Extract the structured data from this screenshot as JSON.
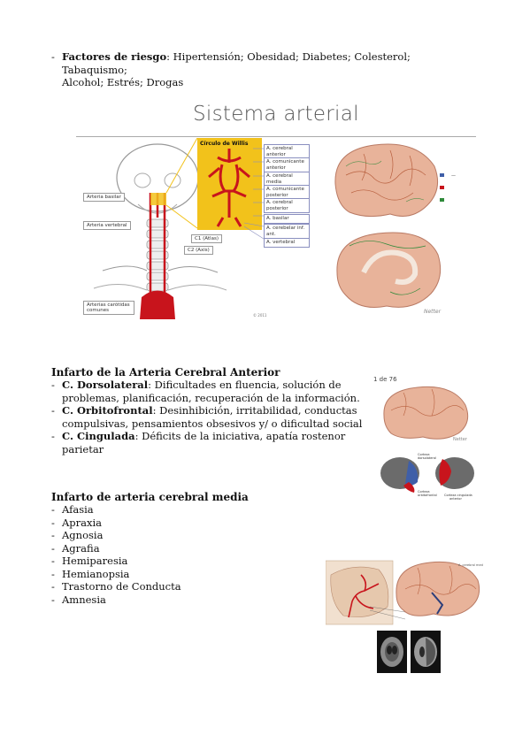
{
  "risk": {
    "label": "Factores de riesgo",
    "colon": ": ",
    "text1": "Hipertensión; Obesidad; Diabetes; Colesterol; Tabaquismo;",
    "text2": "Alcohol; Estrés; Drogas"
  },
  "slide": {
    "title": "Sistema arterial",
    "willis_title": "Círculo de Willis",
    "willis_labels": [
      "A. cerebral anterior",
      "A. comunicante anterior",
      "A. cerebral media",
      "A. comunicante posterior",
      "A. cerebral posterior",
      "A. basilar",
      "A. cerebelar inf. ant.",
      "A. vertebral"
    ],
    "left_labels": [
      "Arteria basilar",
      "Arteria vertebral",
      "Arterias carótidas comunes"
    ],
    "c1": "C1 (Atlas)",
    "c2": "C2 (Axis)"
  },
  "aca": {
    "title": "Infarto de la Arteria Cerebral Anterior",
    "items": [
      {
        "label": "C. Dorsolateral",
        "text1": ": Dificultades en fluencia, solución de",
        "text2": "problemas, planificación, recuperación de la información."
      },
      {
        "label": "C. Orbitofrontal",
        "text1": ": Desinhibición, irritabilidad, conductas",
        "text2": "compulsivas, pensamientos obsesivos y/ o dificultad social"
      },
      {
        "label": "C. Cingulada",
        "text1": ": Déficits de la iniciativa, apatía rostenor parietar",
        "text2": ""
      }
    ],
    "page_label": "1 de 76"
  },
  "mca": {
    "title": "Infarto de arteria cerebral media",
    "items": [
      "Afasia",
      "Apraxia",
      "Agnosia",
      "Agrafia",
      "Hemiparesia",
      "Hemianopsia",
      "Trastorno de Conducta",
      "Amnesia"
    ]
  },
  "colors": {
    "artery_red": "#c8141c",
    "willis_bg": "#f2c21b",
    "brain_pink": "#e8b39a",
    "territory_blue": "#3f5fa8"
  }
}
